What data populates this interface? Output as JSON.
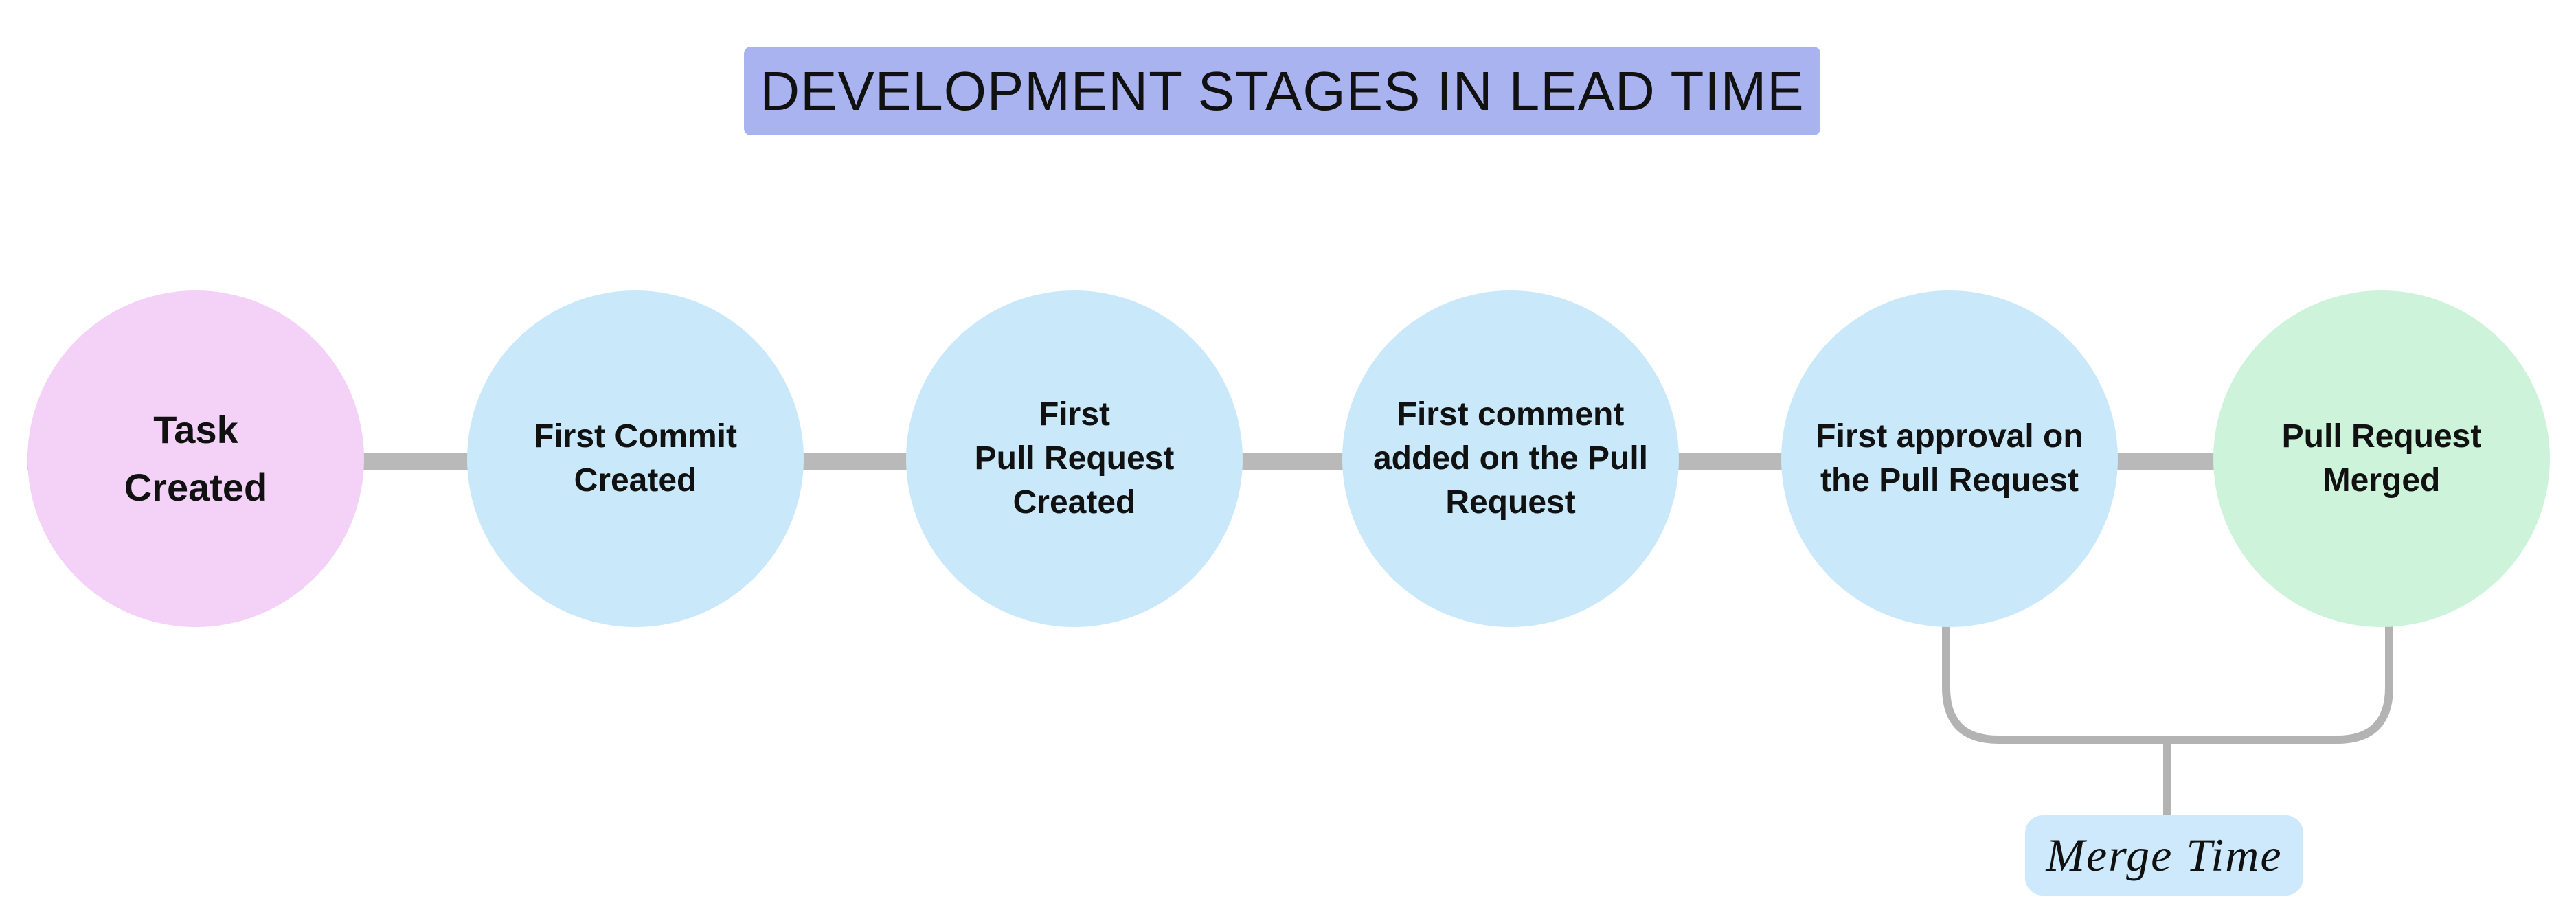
{
  "title": "DEVELOPMENT STAGES IN LEAD TIME",
  "stages": [
    {
      "label": "Task\nCreated",
      "fill": "#f4d1f7"
    },
    {
      "label": "First Commit\nCreated",
      "fill": "#c9e9fb"
    },
    {
      "label": "First\nPull Request\nCreated",
      "fill": "#c9e9fb"
    },
    {
      "label": "First comment\nadded on the Pull\nRequest",
      "fill": "#c9e9fb"
    },
    {
      "label": "First approval on\nthe Pull Request",
      "fill": "#c9e9fb"
    },
    {
      "label": "Pull Request\nMerged",
      "fill": "#cdf3da"
    }
  ],
  "annotation": {
    "label": "Merge Time",
    "fill": "#cde9fb"
  },
  "colors": {
    "title_bg": "#a9b3f0",
    "connector": "#b9b9b9",
    "bracket": "#b3b3b3",
    "background": "#ffffff",
    "text": "#111111"
  }
}
